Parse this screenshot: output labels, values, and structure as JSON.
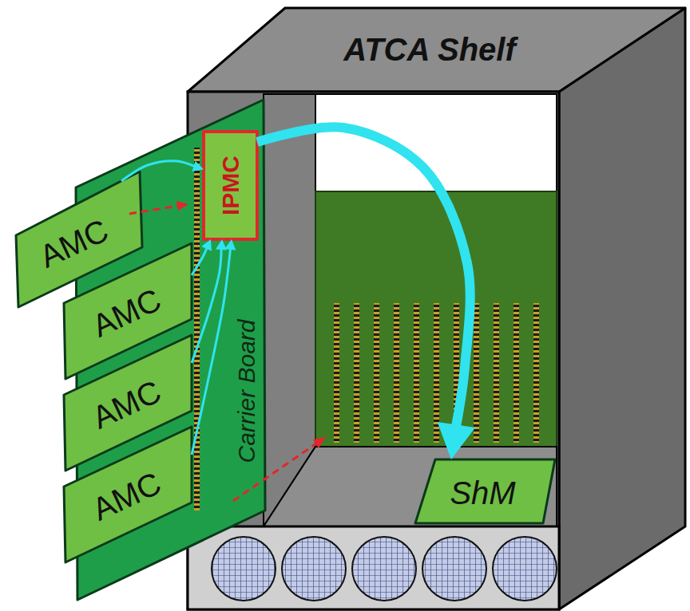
{
  "diagram": {
    "nodes": [
      {
        "text": [
          "ATCA Shelf"
        ]
      },
      {
        "text": [
          "Carrier Board"
        ]
      },
      {
        "text": [
          "IPMC"
        ],
        "in": 1
      },
      {
        "text": [
          "AMC"
        ]
      },
      {
        "text": [
          "AMC"
        ]
      },
      {
        "text": [
          "AMC"
        ]
      },
      {
        "text": [
          "AMC"
        ]
      },
      {
        "text": [
          "ShM"
        ],
        "in": 0
      }
    ],
    "edges": [
      {
        "from": 3,
        "to": 2,
        "arrow": "to"
      },
      {
        "from": 4,
        "to": 2,
        "arrow": "to"
      },
      {
        "from": 5,
        "to": 2,
        "arrow": "to"
      },
      {
        "from": 6,
        "to": 2,
        "arrow": "to"
      },
      {
        "from": 2,
        "to": 7,
        "arrow": "to"
      }
    ]
  }
}
